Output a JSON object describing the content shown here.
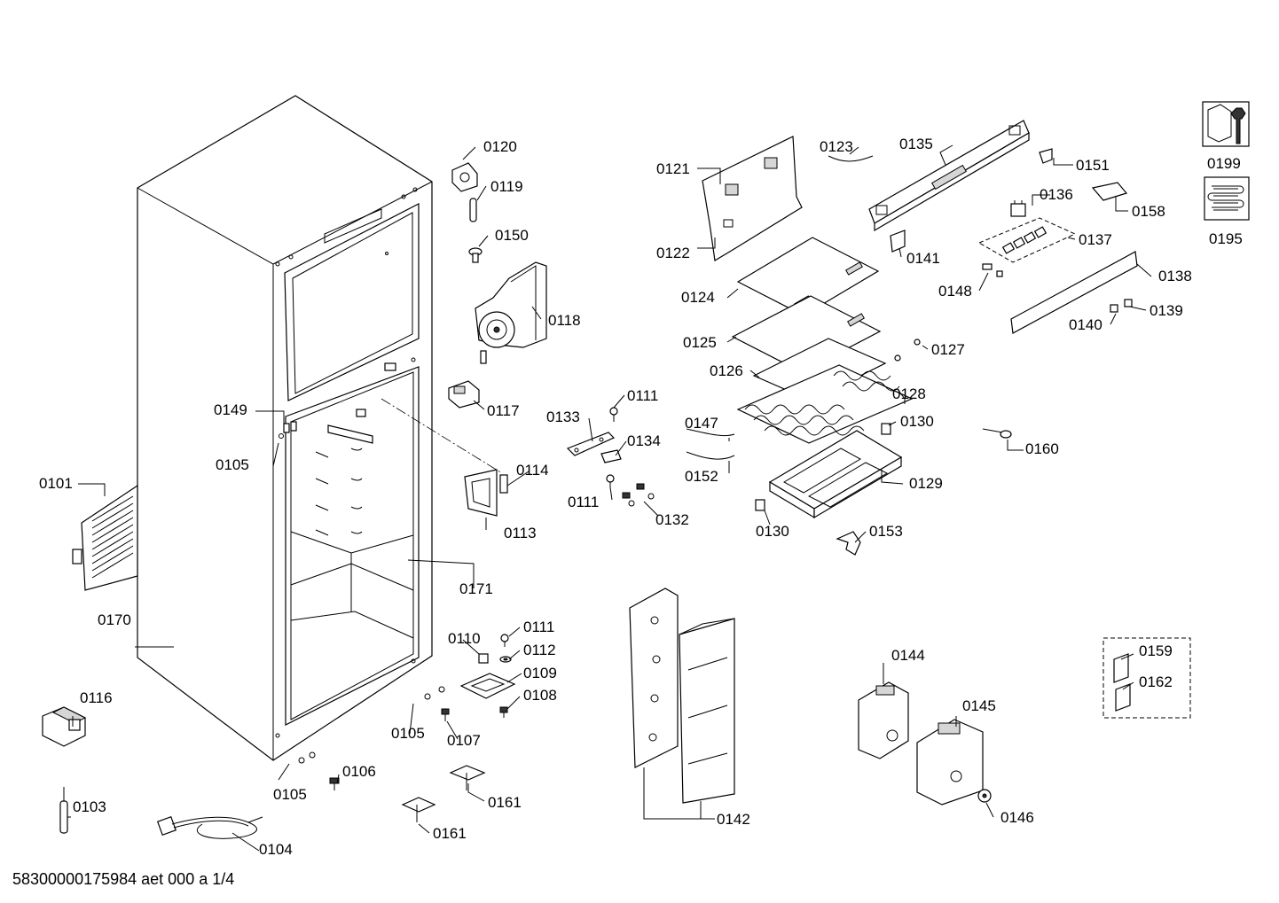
{
  "document_id": "58300000175984 aet 000 a 1/4",
  "icons": [
    "wrench-service-icon",
    "evaporator-coil-icon"
  ],
  "part_labels": {
    "p0101": "0101",
    "p0103": "0103",
    "p0104": "0104",
    "p0105a": "0105",
    "p0105b": "0105",
    "p0105c": "0105",
    "p0106": "0106",
    "p0107": "0107",
    "p0108": "0108",
    "p0109": "0109",
    "p0110": "0110",
    "p0111a": "0111",
    "p0111b": "0111",
    "p0111c": "0111",
    "p0112": "0112",
    "p0113": "0113",
    "p0114": "0114",
    "p0116": "0116",
    "p0117": "0117",
    "p0118": "0118",
    "p0119": "0119",
    "p0120": "0120",
    "p0121": "0121",
    "p0122": "0122",
    "p0123": "0123",
    "p0124": "0124",
    "p0125": "0125",
    "p0126": "0126",
    "p0127": "0127",
    "p0128": "0128",
    "p0129": "0129",
    "p0130a": "0130",
    "p0130b": "0130",
    "p0132": "0132",
    "p0133": "0133",
    "p0134": "0134",
    "p0135": "0135",
    "p0136": "0136",
    "p0137": "0137",
    "p0138": "0138",
    "p0139": "0139",
    "p0140": "0140",
    "p0141": "0141",
    "p0142": "0142",
    "p0144": "0144",
    "p0145": "0145",
    "p0146": "0146",
    "p0147": "0147",
    "p0148": "0148",
    "p0149": "0149",
    "p0150": "0150",
    "p0151": "0151",
    "p0152": "0152",
    "p0153": "0153",
    "p0158": "0158",
    "p0159": "0159",
    "p0160": "0160",
    "p0161a": "0161",
    "p0161b": "0161",
    "p0162": "0162",
    "p0170": "0170",
    "p0171": "0171",
    "p0195": "0195",
    "p0199": "0199"
  }
}
